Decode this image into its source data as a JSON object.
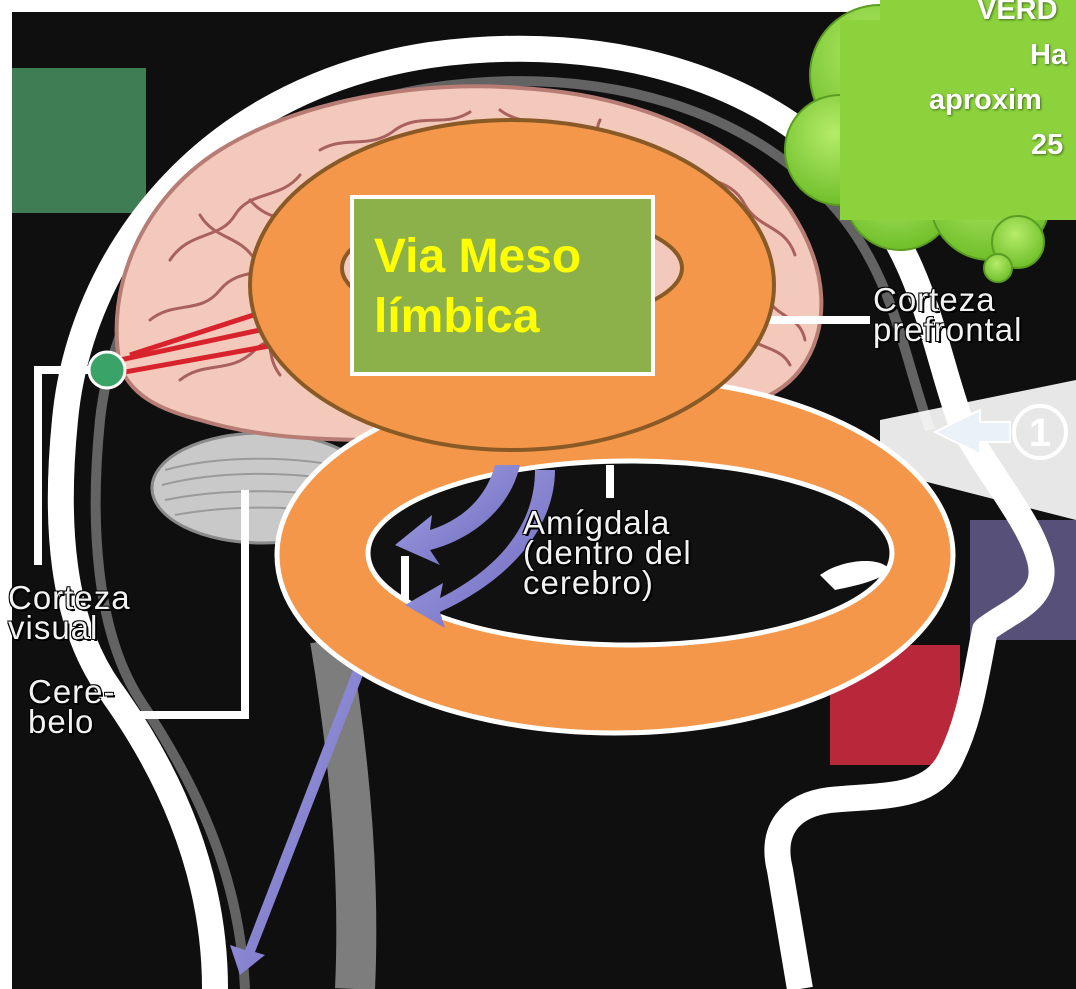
{
  "diagram": {
    "labels": {
      "amygdala": [
        "Amígdala",
        "(dentro del",
        "cerebro)"
      ],
      "corteza_visual": [
        "Corteza",
        "visual"
      ],
      "cerebelo": [
        "Cere-",
        "belo"
      ],
      "corteza_prefrontal": [
        "Corteza",
        "prefrontal"
      ]
    },
    "callout": [
      "Via Meso",
      "límbica"
    ],
    "cloud": [
      "VERD",
      "Ha",
      "aproxim",
      "25"
    ],
    "marker_number": "1",
    "colors": {
      "background": "#0f0f0f",
      "ring": "#f4974a",
      "ring_outline": "#8a5a26",
      "callout_fill": "#8cb04a",
      "callout_text": "#ffff00",
      "cloud": "#8bd23c",
      "brain": "#f3c9bb",
      "pathway": "#d8222c",
      "arrow": "#7a76c8"
    }
  }
}
